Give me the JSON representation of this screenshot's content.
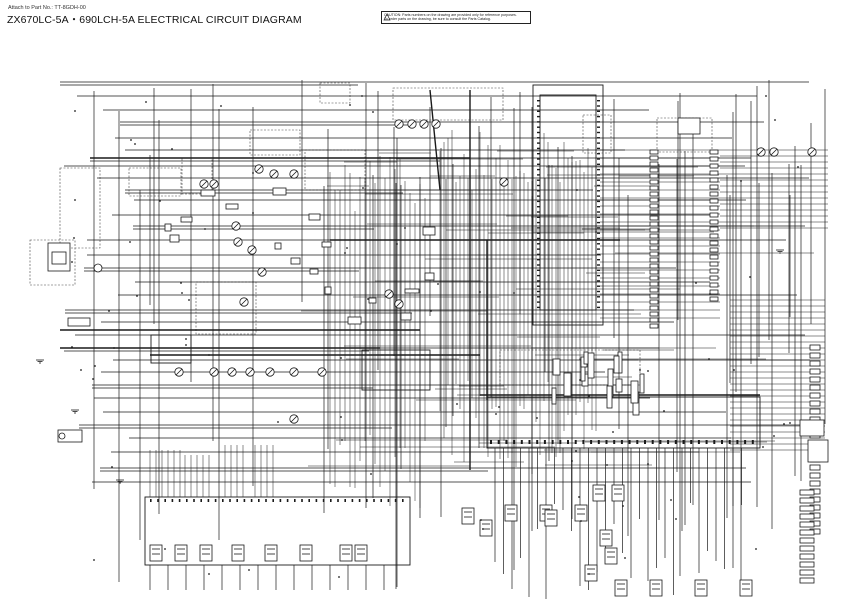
{
  "header": {
    "attach": "Attach to Part No.: TT-8GDH-00",
    "title": "ZX670LC-5A・690LCH-5A ELECTRICAL CIRCUIT DIAGRAM",
    "caution_line1": "CAUTION: Parts numbers on the drawing are provided only for reference purposes.",
    "caution_line2": "To order parts on the drawing, be sure to consult the Parts Catalog."
  },
  "colors": {
    "line": "#1a1a1a",
    "paper": "#ffffff",
    "dash": "#444444"
  },
  "icons": [
    "warning-icon",
    "connector-icon",
    "relay-icon",
    "fuse-icon",
    "switch-icon",
    "ground-icon"
  ]
}
